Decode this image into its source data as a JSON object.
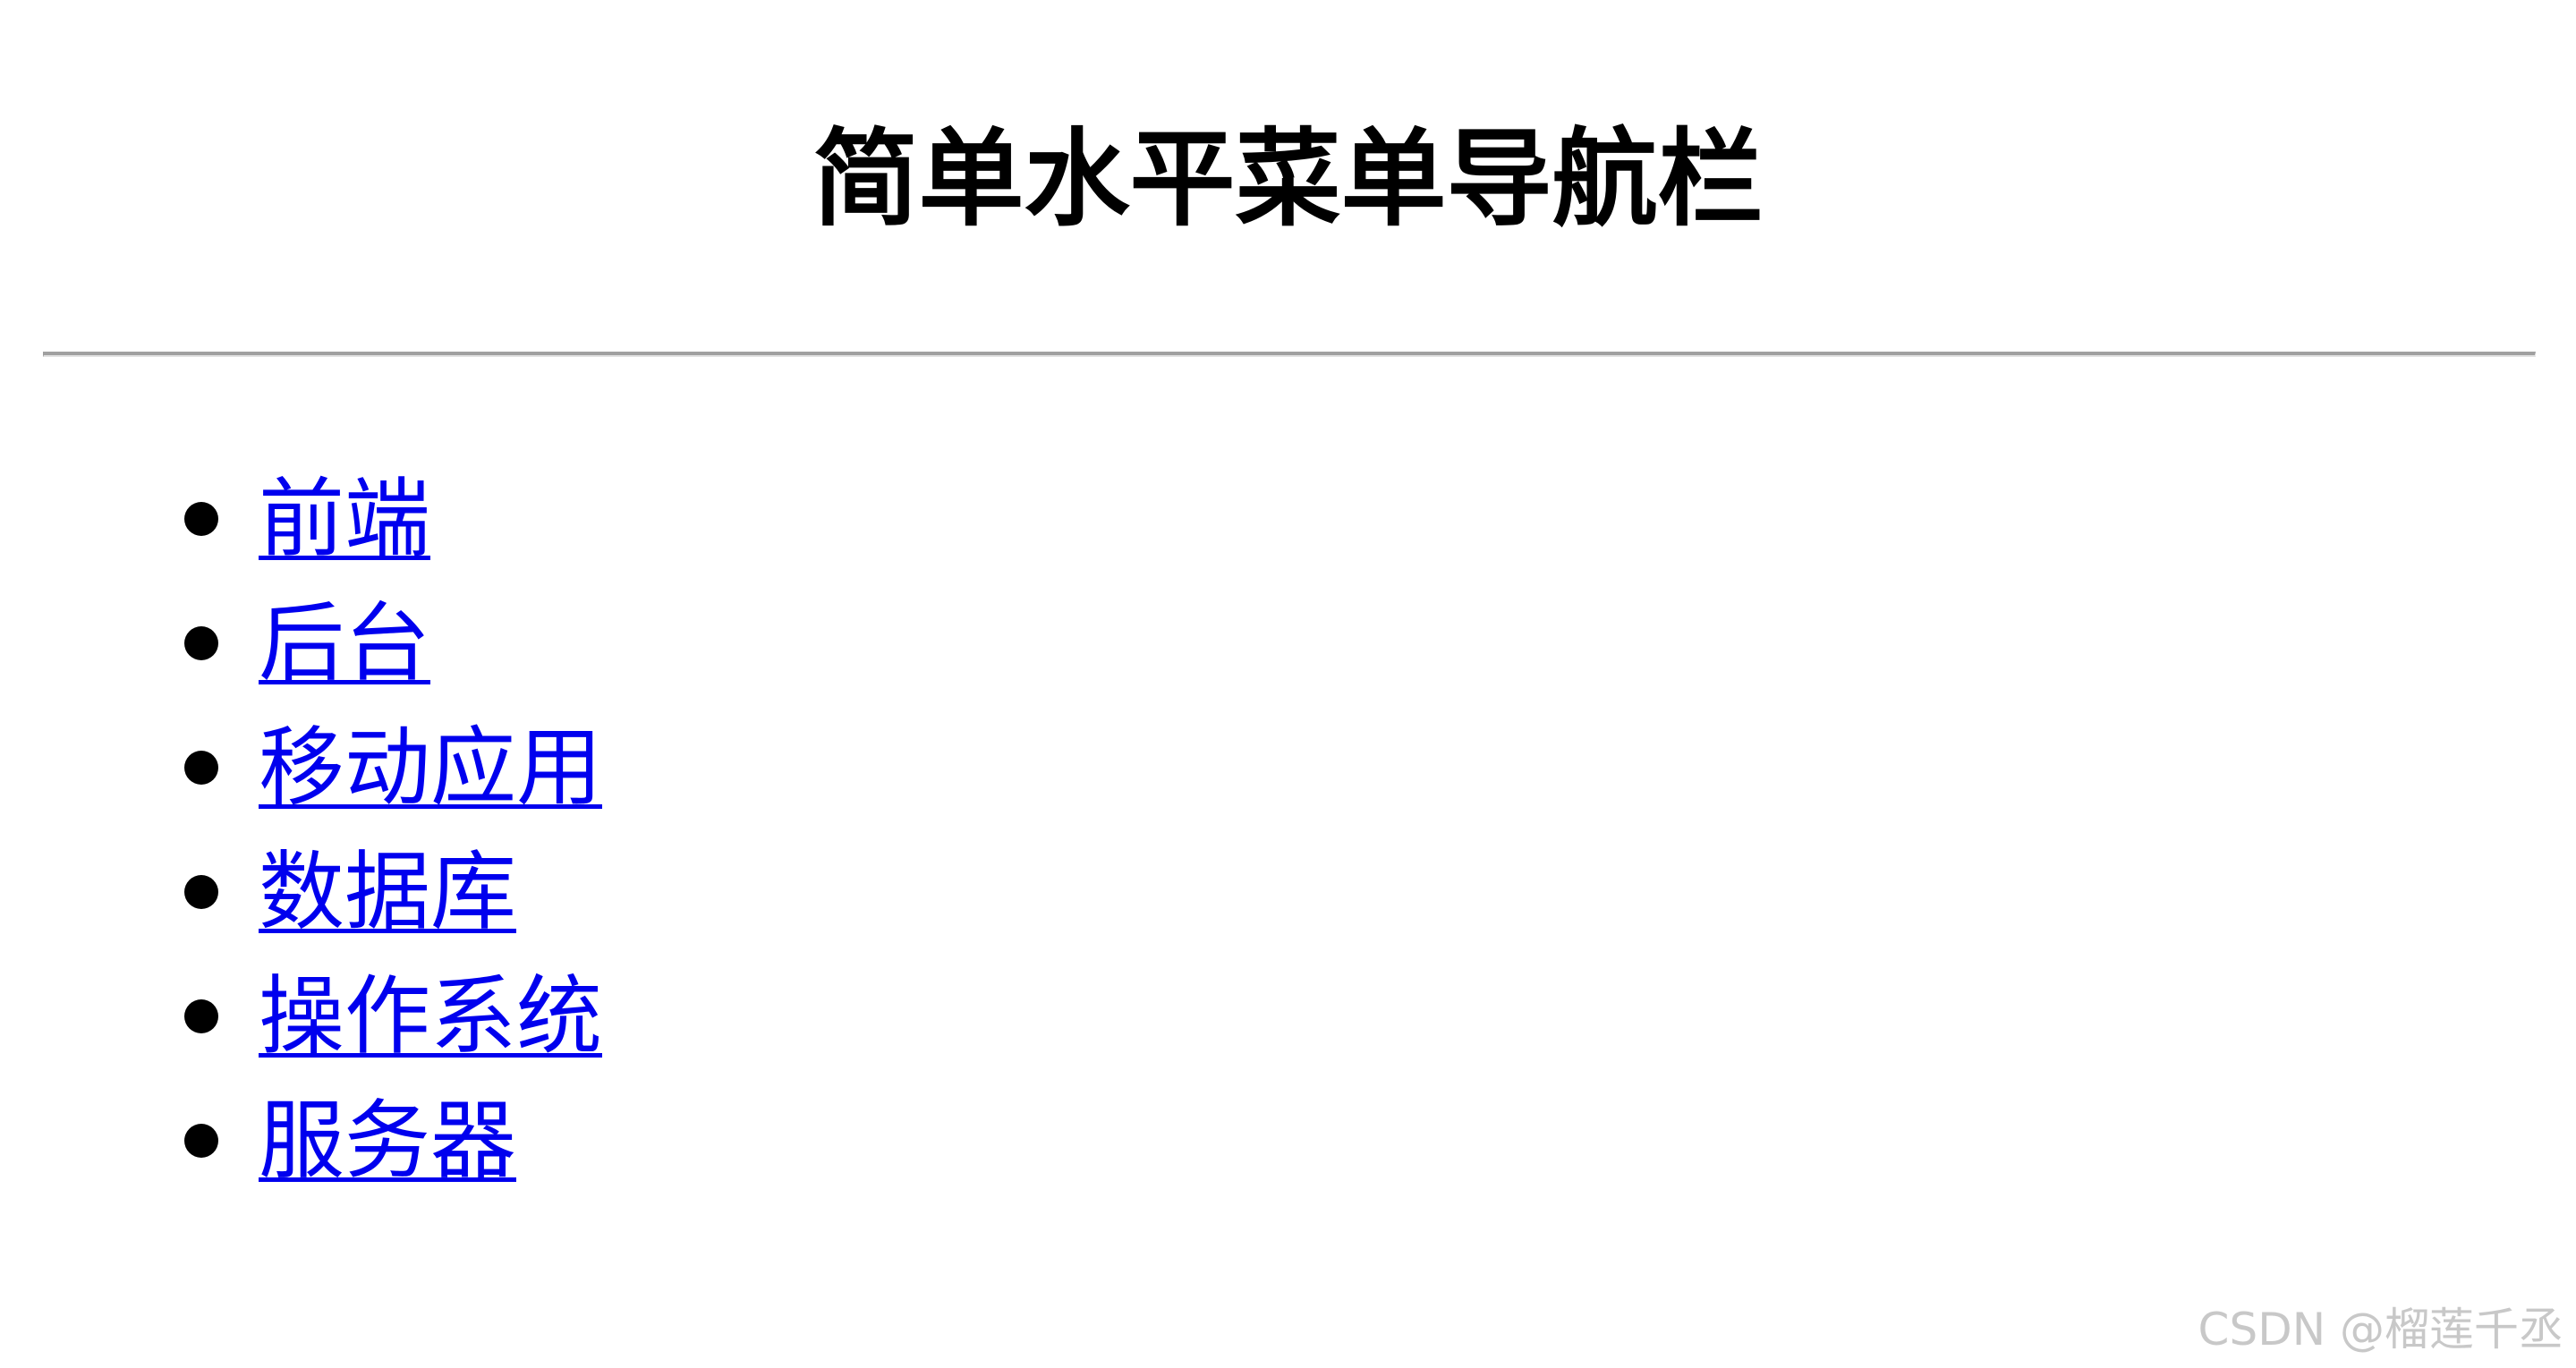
{
  "header": {
    "title": "简单水平菜单导航栏"
  },
  "menu": {
    "items": [
      {
        "label": "前端"
      },
      {
        "label": "后台"
      },
      {
        "label": "移动应用"
      },
      {
        "label": "数据库"
      },
      {
        "label": "操作系统"
      },
      {
        "label": "服务器"
      }
    ],
    "link_color": "#0000ee"
  },
  "watermark": {
    "text": "CSDN @榴莲千丞"
  }
}
